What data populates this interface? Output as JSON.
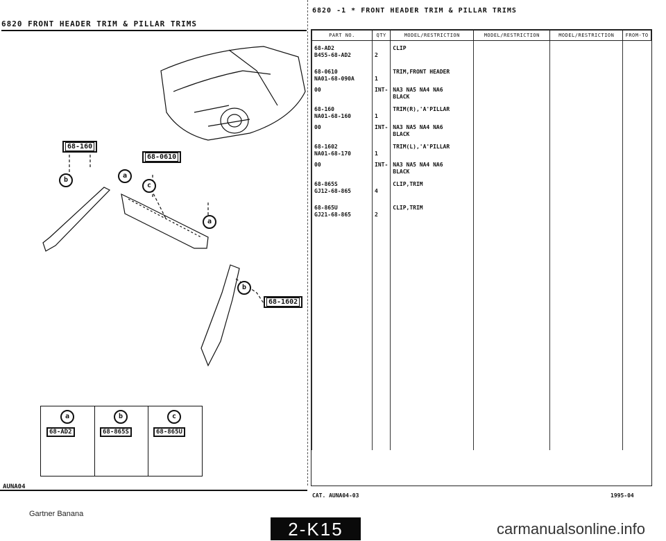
{
  "left_header": "6820   FRONT HEADER TRIM & PILLAR TRIMS",
  "right_header": "6820  -1 *  FRONT HEADER TRIM & PILLAR TRIMS",
  "columns": [
    "PART NO.",
    "QTY",
    "MODEL/RESTRICTION",
    "MODEL/RESTRICTION",
    "MODEL/RESTRICTION",
    "FROM-TO"
  ],
  "parts": [
    {
      "code": "68-AD2",
      "part_no": "B455-68-AD2",
      "qty": "2",
      "desc": "CLIP"
    },
    {
      "code": "68-0610",
      "part_no": "NA01-68-090A",
      "qty": "1",
      "desc": "TRIM,FRONT HEADER",
      "sub_code": "00",
      "sub_qty": "INT-",
      "sub_desc": "NA3 NA5 NA4 NA6\nBLACK"
    },
    {
      "code": "68-160",
      "part_no": "NA01-68-160",
      "qty": "1",
      "desc": "TRIM(R),'A'PILLAR",
      "sub_code": "00",
      "sub_qty": "INT-",
      "sub_desc": "NA3 NA5 NA4 NA6\nBLACK"
    },
    {
      "code": "68-1602",
      "part_no": "NA01-68-170",
      "qty": "1",
      "desc": "TRIM(L),'A'PILLAR",
      "sub_code": "00",
      "sub_qty": "INT-",
      "sub_desc": "NA3 NA5 NA4 NA6\nBLACK"
    },
    {
      "code": "68-865S",
      "part_no": "GJ12-68-865",
      "qty": "4",
      "desc": "CLIP,TRIM"
    },
    {
      "code": "68-865U",
      "part_no": "GJ21-68-865",
      "qty": "2",
      "desc": "CLIP,TRIM"
    }
  ],
  "callouts": {
    "c160": "68-160",
    "c0610": "68-0610",
    "c1602": "68-1602"
  },
  "circles": {
    "a": "a",
    "b": "b",
    "c": "c"
  },
  "legend": [
    {
      "letter": "a",
      "label": "68-AD2"
    },
    {
      "letter": "b",
      "label": "68-865S"
    },
    {
      "letter": "c",
      "label": "68-865U"
    }
  ],
  "left_footer": "AUNA04",
  "footer_left": "CAT. AUNA04-03",
  "footer_right": "1995-04",
  "watermark_left": "Gartner Banana",
  "page_badge": "2-K15",
  "watermark_right": "carmanualsonline.info"
}
